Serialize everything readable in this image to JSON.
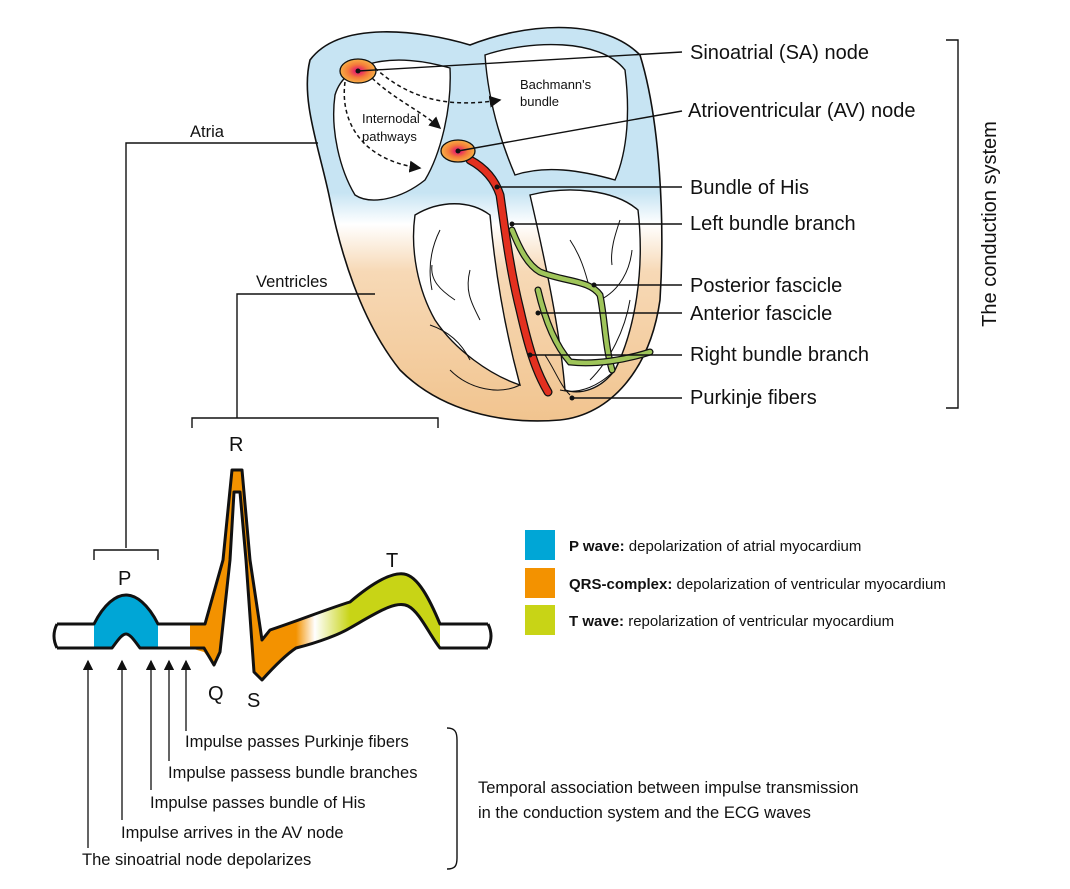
{
  "heart": {
    "labels": {
      "sa_node": "Sinoatrial (SA) node",
      "av_node": "Atrioventricular (AV) node",
      "bundle_his": "Bundle of His",
      "left_bundle": "Left bundle branch",
      "posterior_fascicle": "Posterior fascicle",
      "anterior_fascicle": "Anterior fascicle",
      "right_bundle": "Right bundle branch",
      "purkinje": "Purkinje fibers"
    },
    "bachmann": [
      "Bachmann's",
      "bundle"
    ],
    "internodal": [
      "Internodal",
      "pathways"
    ],
    "atria": "Atria",
    "ventricles": "Ventricles",
    "conduction_system": "The conduction system"
  },
  "ecg": {
    "wave_labels": {
      "p": "P",
      "q": "Q",
      "r": "R",
      "s": "S",
      "t": "T"
    }
  },
  "legend": [
    {
      "bold": "P wave:",
      "text": " depolarization of atrial myocardium",
      "color": "#00a6d6"
    },
    {
      "bold": "QRS-complex:",
      "text": " depolarization of ventricular myocardium",
      "color": "#f39200"
    },
    {
      "bold": "T wave:",
      "text": " repolarization of ventricular myocardium",
      "color": "#c8d416"
    }
  ],
  "timeline": [
    "Impulse passes Purkinje fibers",
    "Impulse passess bundle branches",
    "Impulse passes bundle of His",
    "Impulse arrives in the AV node",
    "The sinoatrial node depolarizes"
  ],
  "caption": [
    "Temporal association between impulse transmission",
    "in the conduction system and the ECG waves"
  ]
}
